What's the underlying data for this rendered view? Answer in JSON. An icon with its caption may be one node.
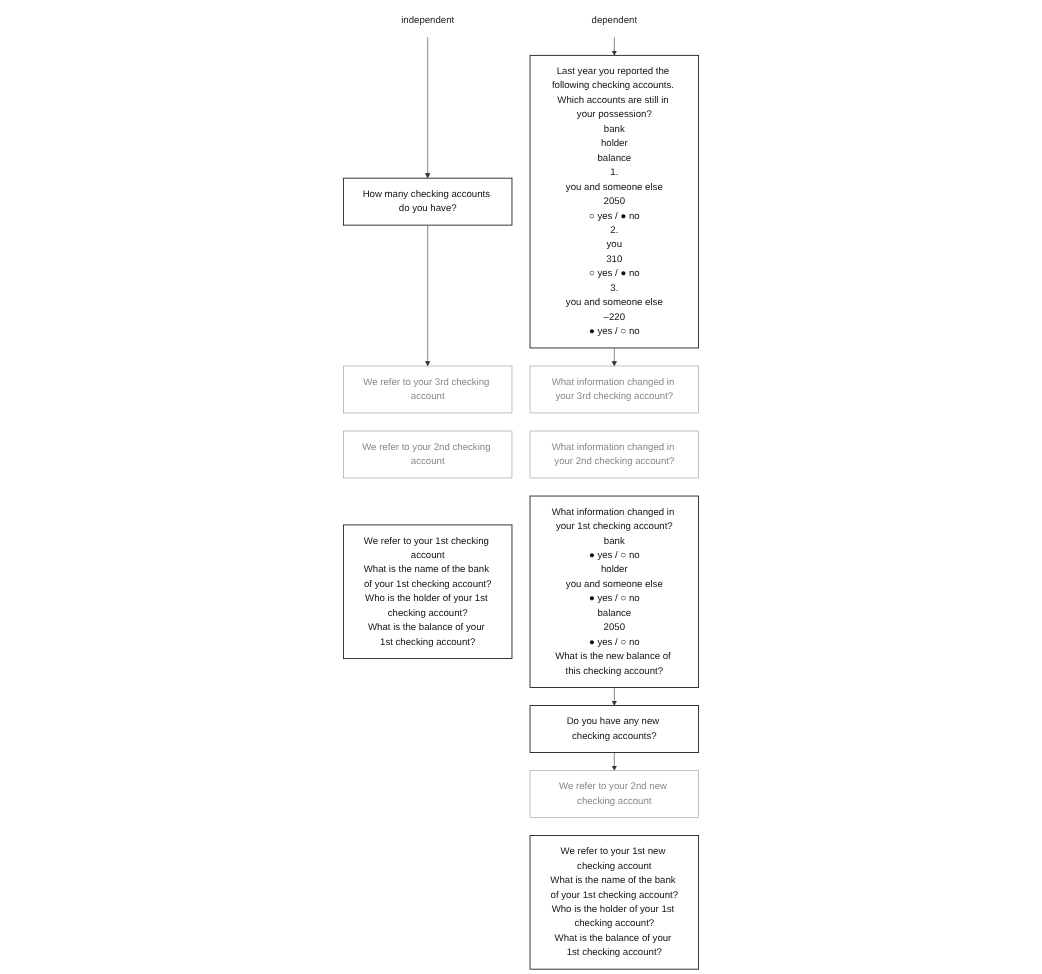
{
  "diagram": {
    "nodes": [
      {
        "text": [
          "independent"
        ]
      },
      {
        "text": [
          "How many checking accounts do you have?"
        ]
      },
      {
        "text": [
          "We refer to your 3rd checking account"
        ]
      },
      {
        "text": [
          "We refer to your 2nd checking account"
        ]
      },
      {
        "text": [
          "We refer to your 1st checking account",
          "What is the name of the bank of your 1st checking account?",
          "Who is the holder of your 1st checking account?",
          "What is the balance of your 1st checking account?"
        ]
      },
      {
        "text": [
          "dependent"
        ]
      },
      {
        "text": [
          "Last year you reported the following checking accounts. Which accounts are still in your possession?",
          "bank",
          "holder",
          "balance",
          "1.",
          "you and someone else",
          "2050",
          "○ yes / ● no",
          "2.",
          "you",
          "310",
          "○ yes / ● no",
          "3.",
          "you and someone else",
          "–220",
          "● yes / ○ no"
        ]
      },
      {
        "text": [
          "What information changed in your 3rd checking account?"
        ]
      },
      {
        "text": [
          "What information changed in your 2nd checking account?"
        ]
      },
      {
        "text": [
          "What information changed in your 1st checking account?",
          "bank",
          "● yes / ○ no",
          "holder",
          "you and someone else",
          "● yes / ○ no",
          "balance",
          "2050",
          "● yes / ○ no",
          "What is the new balance of this checking account?"
        ]
      },
      {
        "text": [
          "Do you have any new checking accounts?"
        ]
      },
      {
        "text": [
          "We refer to your 2nd new checking account"
        ]
      },
      {
        "text": [
          "We refer to your 1st new checking account",
          "What is the name of the bank of your 1st checking account?",
          "Who is the holder of your 1st checking account?",
          "What is the balance of your 1st checking account?"
        ]
      }
    ],
    "edges": [
      {
        "from": 0,
        "to": 1,
        "arrow": "to"
      },
      {
        "from": 1,
        "to": 2,
        "arrow": "to"
      },
      {
        "from": 5,
        "to": 6,
        "arrow": "to"
      },
      {
        "from": 6,
        "to": 7,
        "arrow": "to"
      },
      {
        "from": 9,
        "to": 10,
        "arrow": "to"
      },
      {
        "from": 10,
        "to": 11,
        "arrow": "to"
      }
    ]
  }
}
